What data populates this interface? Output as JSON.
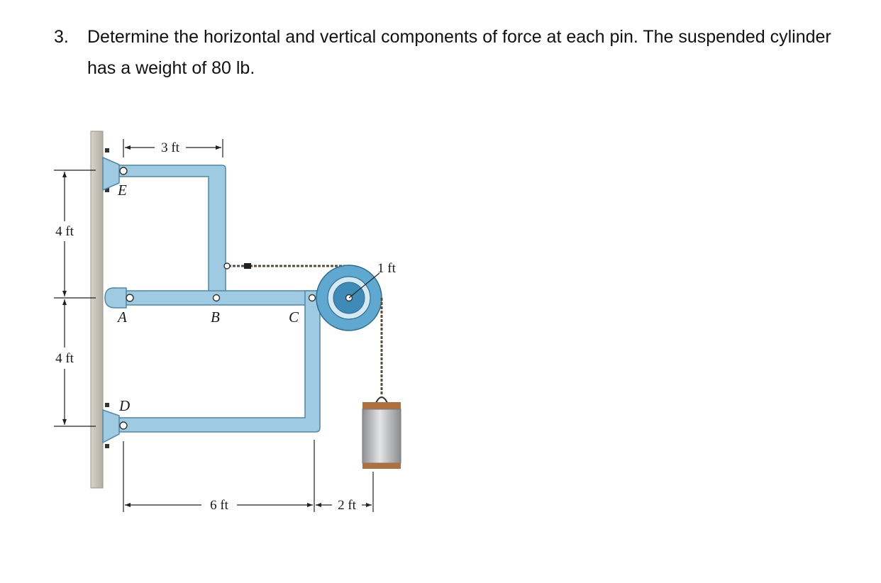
{
  "problem": {
    "number": "3.",
    "text": "Determine the horizontal and vertical components of force at each pin.  The suspended cylinder has a weight of 80 lb."
  },
  "figure": {
    "points": {
      "E": "E",
      "A": "A",
      "B": "B",
      "C": "C",
      "D": "D"
    },
    "dimensions": {
      "top_width": "3 ft",
      "upper_height": "4 ft",
      "lower_height": "4 ft",
      "bottom_width": "6 ft",
      "right_width": "2 ft",
      "pulley_radius": "1 ft"
    },
    "colors": {
      "member": "#9ecbe2",
      "member_edge": "#4f88a6",
      "wall": "#c8c2b8",
      "pulley": "#5fa8cf",
      "cylinder": "#b9babc",
      "cylinder_band": "#b0703e"
    }
  }
}
